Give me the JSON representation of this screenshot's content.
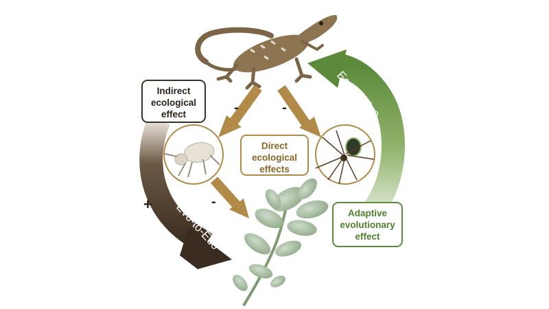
{
  "labels": {
    "indirect": [
      "Indirect",
      "ecological",
      "effect"
    ],
    "direct": [
      "Direct",
      "ecological",
      "effects"
    ],
    "adaptive": [
      "Adaptive",
      "evolutionary",
      "effect"
    ],
    "evo_to_eco": "Evo-to-Eco",
    "eco_to_evo": "Eco-to-Evo"
  },
  "signs": {
    "lizard_to_beetle": "-",
    "lizard_to_spider": "-",
    "beetle_to_plant": "-",
    "evo_to_eco": "+"
  },
  "organisms": [
    "lizard",
    "beetle",
    "spider",
    "plant"
  ],
  "colors": {
    "ecological_arrow": "#b08a46",
    "indirect_dark": "#3b2e22",
    "adaptive_green": "#5c8a3a",
    "lizard": "#8d7552",
    "plant": "#9fb89a"
  }
}
